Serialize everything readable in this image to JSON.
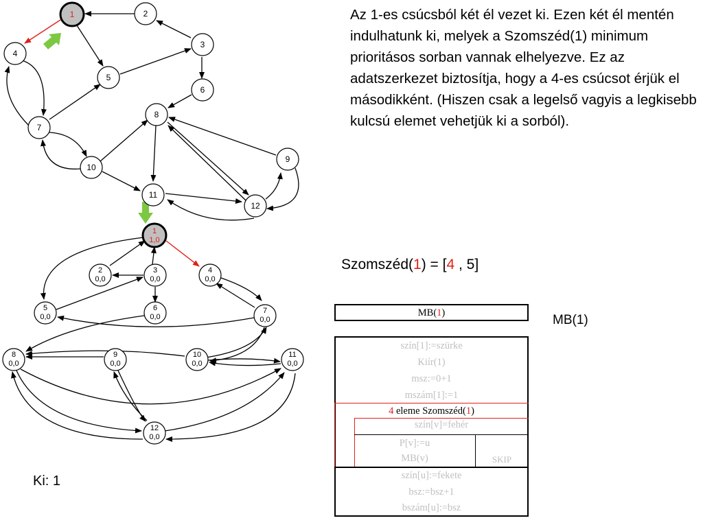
{
  "explanation": "Az 1-es csúcsból két él vezet ki. Ezen két él mentén indulhatunk ki, melyek a Szomszéd(1) minimum prioritásos sorban vannak elhelyezve. Ez az adatszerkezet biztosítja, hogy a 4-es csúcsot érjük el másodikként. (Hiszen csak a legelső vagyis a legkisebb kulcsú elemet vehetjük ki a sorból).",
  "neighbor_list": {
    "prefix": "Szomszéd(",
    "node": "1",
    "middle": ") = [",
    "first": "4",
    "rest": " , 5]"
  },
  "mb_label": "MB(1)",
  "output": "Ki: 1",
  "struktogram": {
    "header_prefix": "MB(",
    "header_node": "1",
    "header_suffix": ")",
    "init": [
      "szín[1]:=szürke",
      "Kiír(1)",
      "msz:=0+1",
      "mszám[1]:=1"
    ],
    "loop_num": "4",
    "loop_mid": " eleme Szomszéd(",
    "loop_node": "1",
    "loop_suffix": ")",
    "cond": "szín[v]=fehér",
    "then": [
      "P[v]:=u",
      "MB(v)"
    ],
    "else": "SKIP",
    "final": [
      "szín[u]:=fekete",
      "bsz:=bsz+1",
      "bszám[u]:=bsz"
    ]
  },
  "graph_top": {
    "nodes": [
      "1",
      "2",
      "3",
      "4",
      "5",
      "6",
      "7",
      "8",
      "9",
      "10",
      "11",
      "12"
    ],
    "highlight_node": "1"
  },
  "graph_bottom": {
    "nodes": [
      {
        "id": "1",
        "label": "1,0"
      },
      {
        "id": "2",
        "label": "0,0"
      },
      {
        "id": "3",
        "label": "0,0"
      },
      {
        "id": "4",
        "label": "0,0"
      },
      {
        "id": "5",
        "label": "0,0"
      },
      {
        "id": "6",
        "label": "0,0"
      },
      {
        "id": "7",
        "label": "0,0"
      },
      {
        "id": "8",
        "label": "0,0"
      },
      {
        "id": "9",
        "label": "0,0"
      },
      {
        "id": "10",
        "label": "0,0"
      },
      {
        "id": "11",
        "label": "0,0"
      },
      {
        "id": "12",
        "label": "0,0"
      }
    ]
  },
  "colors": {
    "edge": "#000000",
    "active_edge": "#e0201b",
    "arrow_green": "#7dc843",
    "visited_fill": "#c0c0c0",
    "text_red": "#e0201b"
  }
}
